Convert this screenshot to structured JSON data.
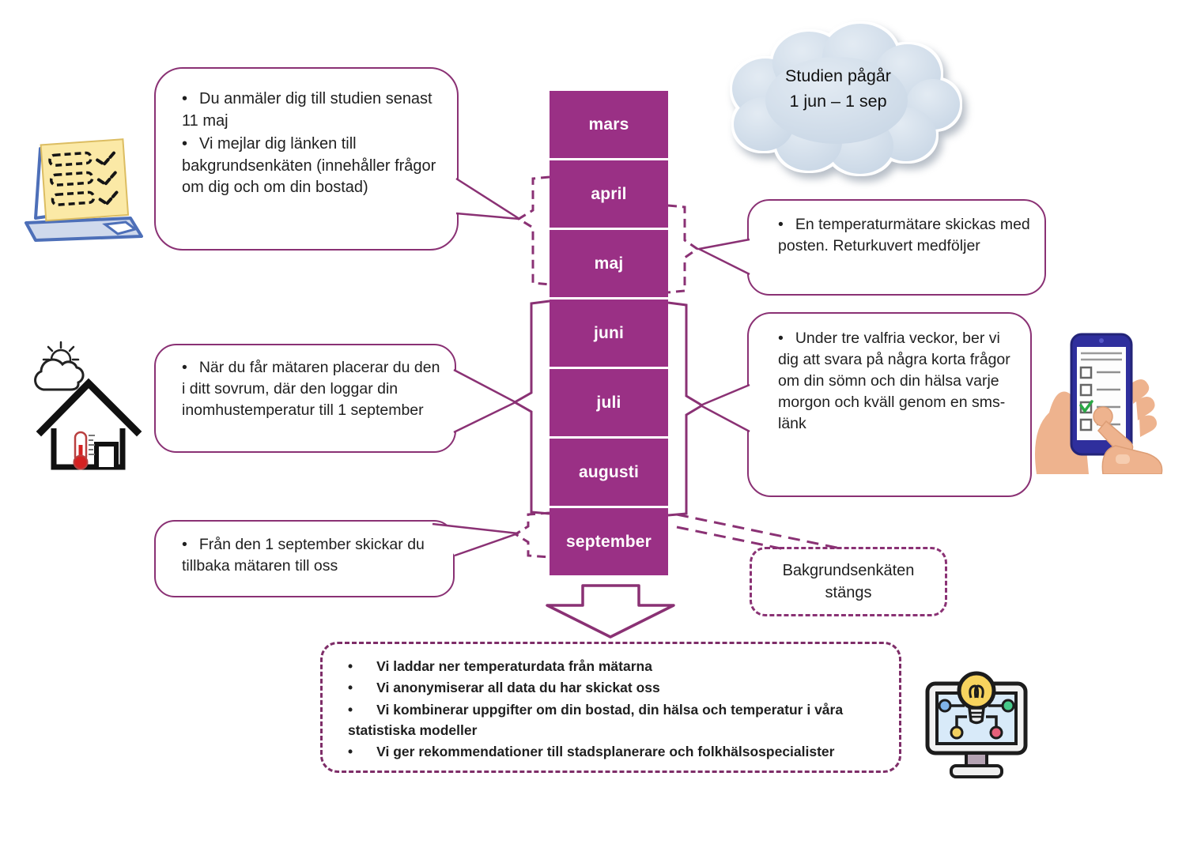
{
  "diagram_title": "Study timeline diagram",
  "glyphs": {
    "bullet": "•"
  },
  "colors": {
    "month_fill": "#9A3085",
    "outline_purple": "#8A3174",
    "cloud_fill": "#CFDBE8",
    "text": "#1F1F1F",
    "month_text": "#FFFFFF"
  },
  "cloud": {
    "line1": "Studien pågår",
    "line2": "1 jun – 1 sep"
  },
  "months": [
    "mars",
    "april",
    "maj",
    "juni",
    "juli",
    "augusti",
    "september"
  ],
  "callouts": {
    "signup": {
      "items": [
        "Du anmäler dig till studien senast 11 maj",
        "Vi mejlar dig länken till bakgrundsenkäten (innehåller frågor om dig och om din bostad)"
      ]
    },
    "meter": {
      "items": [
        "En temperaturmätare skickas med posten. Returkuvert medföljer"
      ]
    },
    "placement": {
      "items": [
        "När du får mätaren placerar du den i ditt sovrum, där den loggar din inomhustemperatur till 1 september"
      ]
    },
    "sms": {
      "items": [
        "Under tre valfria veckor, ber vi dig att svara på några korta frågor om din sömn och din hälsa varje morgon och kväll genom en sms-länk"
      ]
    },
    "return": {
      "items": [
        "Från den 1 september skickar du tillbaka mätaren till oss"
      ]
    },
    "survey_close": {
      "text": "Bakgrundsenkäten stängs"
    },
    "process": {
      "items": [
        "Vi laddar ner temperaturdata från mätarna",
        "Vi anonymiserar all data du har skickat oss",
        "Vi kombinerar uppgifter om din bostad, din hälsa och temperatur i våra statistiska modeller",
        "Vi ger rekommendationer till stadsplanerare och folkhälsospecialister"
      ]
    }
  },
  "icons": {
    "laptop": "laptop-checklist-icon",
    "house": "house-thermometer-icon",
    "hands_phone": "hands-phone-checklist-icon",
    "monitor": "monitor-idea-icon"
  }
}
